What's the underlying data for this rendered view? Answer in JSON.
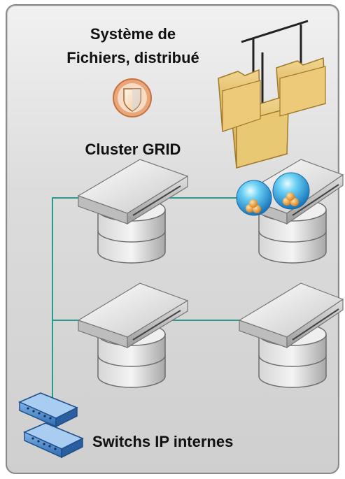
{
  "diagram": {
    "title_line1": "Système de",
    "title_line2": "Fichiers, distribué",
    "cluster_label": "Cluster GRID",
    "switch_label": "Switchs IP internes"
  },
  "colors": {
    "network_line": "#2a9a8e",
    "folder": "#e7c170",
    "panel_border": "#8a8a8a"
  },
  "icons": [
    "shield-icon",
    "folder-hierarchy-icon",
    "server-icon",
    "disk-stack-icon",
    "network-switch-icon",
    "sphere-node-icon"
  ]
}
